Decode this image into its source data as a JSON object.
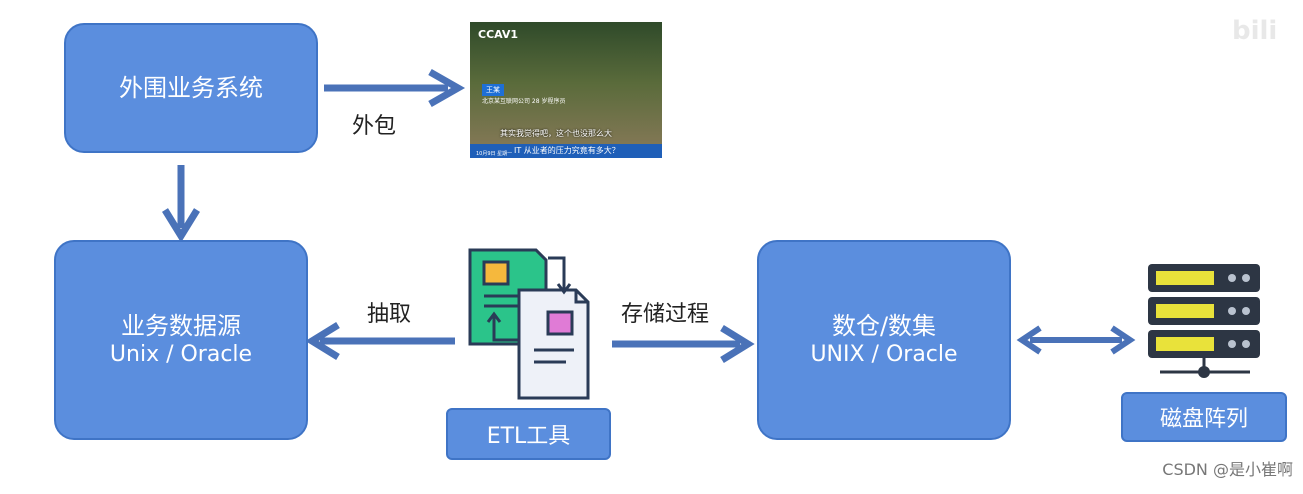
{
  "nodes": {
    "peripheral": {
      "label": "外围业务系统"
    },
    "biz_source": {
      "line1": "业务数据源",
      "line2": "Unix / Oracle"
    },
    "warehouse": {
      "line1": "数仓/数集",
      "line2": "UNIX / Oracle"
    },
    "etl": {
      "label": "ETL工具"
    },
    "disk_array": {
      "label": "磁盘阵列"
    }
  },
  "edges": {
    "outsource": "外包",
    "extract": "抽取",
    "stored_procedure": "存储过程"
  },
  "video": {
    "channel_logo": "CCAV1",
    "name_tag": "王某",
    "affiliation": "北京某互联网公司 28 岁程序员",
    "subtitle": "其实我觉得吧，这个也没那么大",
    "date": "10月9日 星期一",
    "caption": "IT 从业者的压力究竟有多大？"
  },
  "watermark": "CSDN @是小崔啊",
  "corner_logo": "bili",
  "colors": {
    "box_fill": "#5b8ede",
    "box_border": "#3f74c6",
    "arrow": "#4a72b8"
  }
}
